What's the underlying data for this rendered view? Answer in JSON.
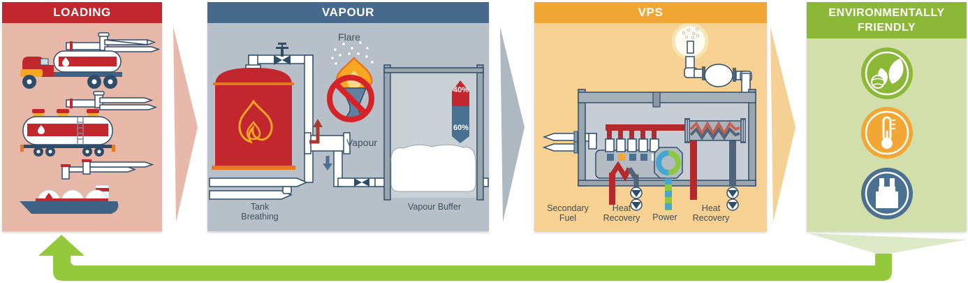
{
  "diagram": {
    "title_sequence": "LOADING > VAPOUR > VPS > ENVIRONMENTALLY FRIENDLY",
    "panels": [
      {
        "id": "loading",
        "title": "LOADING",
        "header_color": "#c1272d",
        "bg_color": "#e7b7a8",
        "icons": [
          "tanker-truck",
          "rail-tank-car",
          "tanker-ship",
          "loading-arms"
        ]
      },
      {
        "id": "vapour",
        "title": "VAPOUR",
        "header_color": "#47698c",
        "bg_color": "#b7c0c8",
        "labels": {
          "flare": "Flare",
          "vapour": "Vapour",
          "tank_breathing": "Tank Breathing",
          "vapour_buffer": "Vapour Buffer"
        },
        "gauge": {
          "top_value": "40%",
          "top_color": "#c1272d",
          "bottom_value": "60%",
          "bottom_color": "#4a7092"
        },
        "icons": [
          "storage-tank-flame",
          "shutoff-valve",
          "flare-flame",
          "no-flare-prohibition-sign",
          "vapour-line",
          "vapour-buffer-bladder",
          "level-gauge"
        ]
      },
      {
        "id": "vps",
        "title": "VPS",
        "header_color": "#f2a633",
        "bg_color": "#f7d191",
        "labels": {
          "secondary_fuel": "Secondary Fuel",
          "heat_recovery_left": "Heat Recovery",
          "power": "Power",
          "heat_recovery_right": "Heat Recovery"
        },
        "icons": [
          "clean-exhaust-vent",
          "silencer-catalyst",
          "engine",
          "generator",
          "heat-exchanger",
          "pumps",
          "power-cable"
        ]
      },
      {
        "id": "environmentally-friendly",
        "title": "ENVIRONMENTALLY FRIENDLY",
        "header_color": "#8cb837",
        "bg_color": "#d3dfab",
        "icons": [
          "eco-leaf-globe",
          "thermometer",
          "power-plug"
        ]
      }
    ],
    "flow_arrows": [
      {
        "from": "loading",
        "to": "vapour",
        "color": "#e8b9aa"
      },
      {
        "from": "vapour",
        "to": "vps",
        "color": "#aeb8c0"
      },
      {
        "from": "vps",
        "to": "environmentally-friendly",
        "color": "#f5d093"
      }
    ],
    "return_arrow": {
      "color": "#94c83d",
      "funnel_color": "#dde9c6",
      "description": "loop from ENVIRONMENTALLY FRIENDLY back to LOADING"
    }
  }
}
